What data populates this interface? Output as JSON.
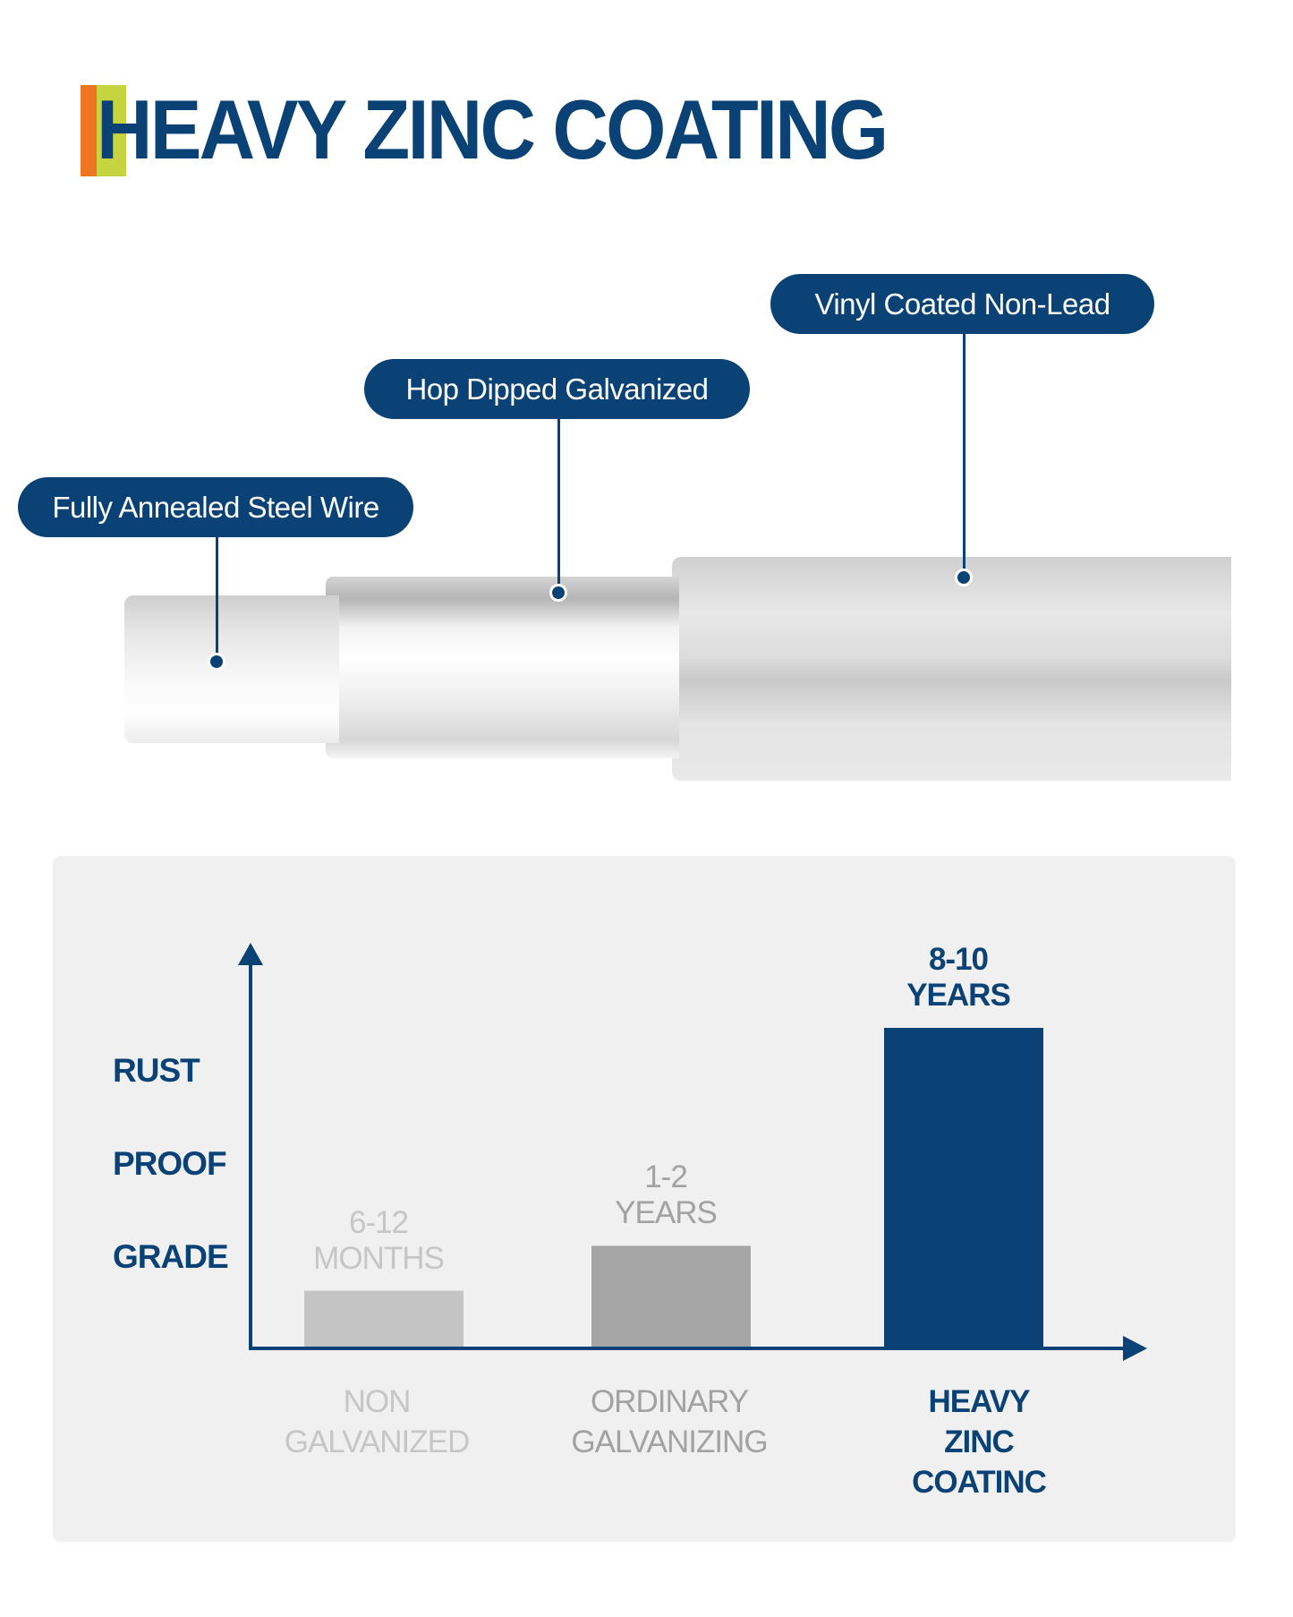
{
  "title": "HEAVY ZINC COATING",
  "callouts": [
    {
      "label": "Fully Annealed Steel Wire"
    },
    {
      "label": "Hop Dipped Galvanized"
    },
    {
      "label": "Vinyl Coated Non-Lead"
    }
  ],
  "colors": {
    "brand": "#0a4275",
    "accent_orange": "#ee7623",
    "accent_green": "#c6d43f"
  },
  "chart_data": {
    "type": "bar",
    "ylabel": [
      "RUST",
      "PROOF",
      "GRADE"
    ],
    "categories": [
      [
        "NON",
        "GALVANIZED"
      ],
      [
        "ORDINARY",
        "GALVANIZING"
      ],
      [
        "HEAVY",
        "ZINC",
        "COATINC"
      ]
    ],
    "value_labels": [
      [
        "6-12",
        "MONTHS"
      ],
      [
        "1-2",
        "YEARS"
      ],
      [
        "8-10",
        "YEARS"
      ]
    ],
    "values": [
      0.18,
      0.32,
      1.0
    ],
    "ylim": [
      0,
      1.25
    ],
    "bar_colors": [
      "#c4c4c4",
      "#a5a5a5",
      "#0a4275"
    ],
    "label_colors": [
      "#c6c6c6",
      "#a2a2a2",
      "#0a4275"
    ],
    "grid": false
  }
}
